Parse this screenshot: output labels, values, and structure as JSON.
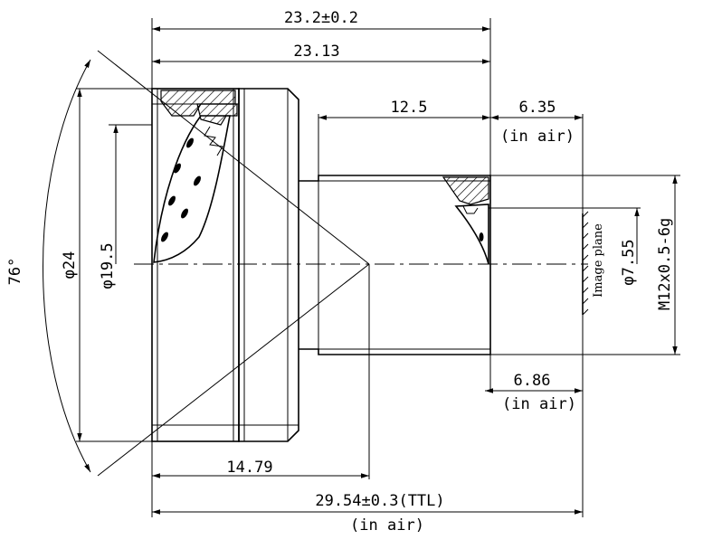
{
  "drawing": {
    "angle_label": "76°",
    "diameters": {
      "d24": "φ24",
      "d19_5": "φ19.5",
      "d7_55": "φ7.55",
      "thread": "M12x0.5-6g"
    },
    "dimensions": {
      "overall_length": "23.2±0.2",
      "body_length": "23.13",
      "barrel_length": "12.5",
      "bfl_top": "6.35",
      "bfl_top_note": "(in air)",
      "flange_focal": "6.86",
      "flange_focal_note": "(in air)",
      "front_to_pupil": "14.79",
      "ttl": "29.54±0.3(TTL)",
      "ttl_note": "(in air)"
    },
    "image_plane_label": "Image plane"
  }
}
